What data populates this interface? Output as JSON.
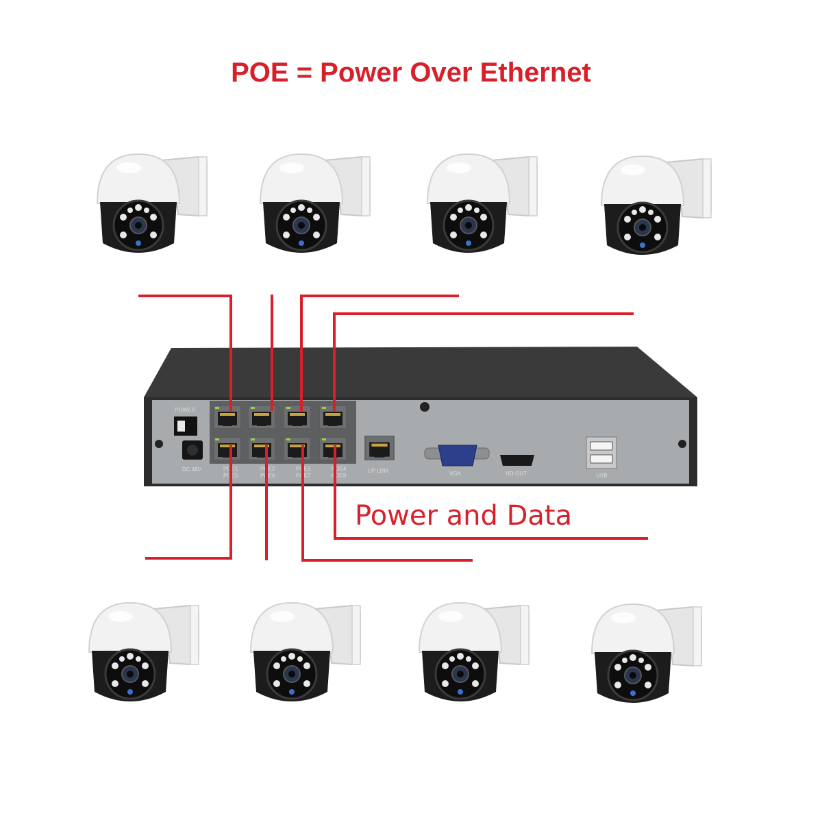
{
  "title": "POE = Power Over Ethernet",
  "caption": "Power and Data",
  "colors": {
    "accent": "#d8202a",
    "device_body": "#333333",
    "panel": "#a9acae",
    "camera_shell": "#f0f0f0",
    "camera_face": "#1a1a1a"
  },
  "nvr": {
    "power_label": "POWER",
    "dc_label": "DC 48V",
    "port_labels_top": [
      "POE1",
      "POE2",
      "POE3",
      "POE4"
    ],
    "port_labels_bottom": [
      "POE5",
      "POE6",
      "POE7",
      "POE8"
    ],
    "uplink_label": "UP LINK",
    "vga_label": "VGA",
    "hdmi_label": "HD-OUT",
    "usb_label": "USB"
  },
  "cameras": {
    "top_count": 4,
    "bottom_count": 4,
    "icon": "ptz-dome-camera-icon"
  }
}
